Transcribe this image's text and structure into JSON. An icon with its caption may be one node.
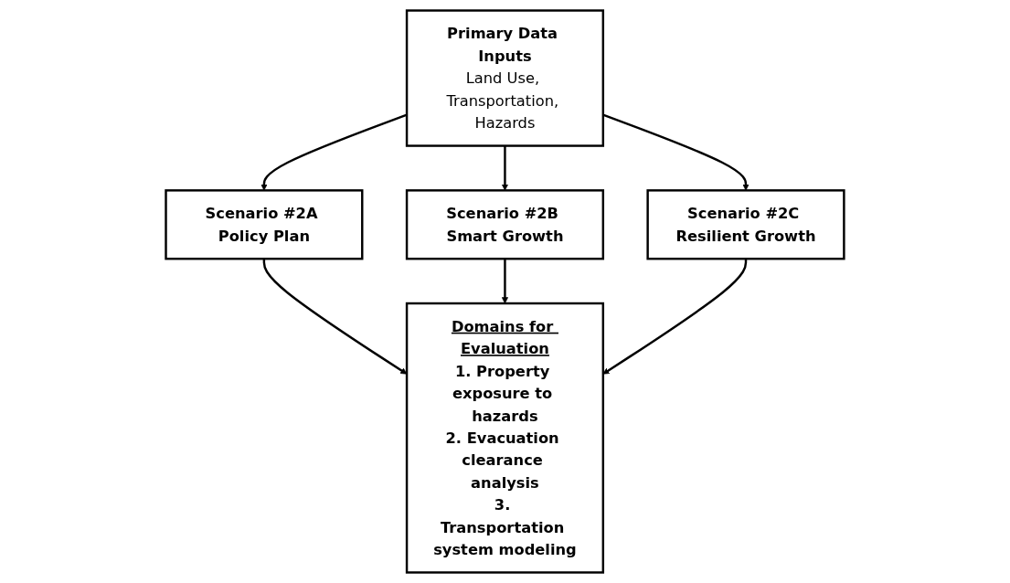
{
  "diagram": {
    "nodes": [
      {
        "text": [
          "Primary Data Inputs",
          "Land Use, Transportation, Hazards"
        ]
      },
      {
        "text": [
          "Scenario #2A Policy Plan"
        ]
      },
      {
        "text": [
          "Scenario #2B Smart Growth"
        ]
      },
      {
        "text": [
          "Scenario #2C Resilient Growth"
        ]
      },
      {
        "text": [
          "Domains for Evaluation",
          "1. Property exposure to hazards",
          "2. Evacuation clearance analysis",
          "3. Transportation system modeling"
        ]
      }
    ],
    "edges": [
      {
        "from": 0,
        "to": 1,
        "arrow": "to"
      },
      {
        "from": 0,
        "to": 2,
        "arrow": "to"
      },
      {
        "from": 0,
        "to": 3,
        "arrow": "to"
      },
      {
        "from": 1,
        "to": 4,
        "arrow": "to"
      },
      {
        "from": 2,
        "to": 4,
        "arrow": "to"
      },
      {
        "from": 3,
        "to": 4,
        "arrow": "to"
      }
    ]
  }
}
